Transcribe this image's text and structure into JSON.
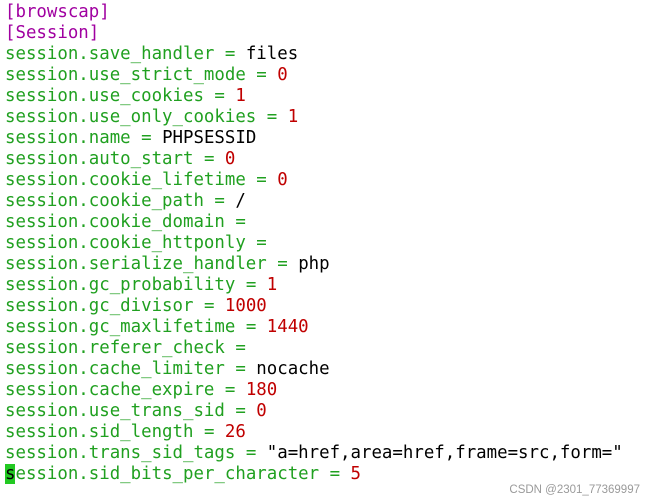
{
  "colors": {
    "section": "#a000a0",
    "key": "#20a020",
    "number": "#c00000",
    "string": "#000000",
    "cursor": "#22c922",
    "watermark": "#9a9a9a"
  },
  "editor": {
    "lines": [
      {
        "type": "section",
        "text": "[browscap]"
      },
      {
        "type": "section",
        "text": "[Session]"
      },
      {
        "type": "kv",
        "key": "session.save_handler",
        "sep": " = ",
        "value": "files",
        "value_type": "string"
      },
      {
        "type": "kv",
        "key": "session.use_strict_mode",
        "sep": " = ",
        "value": "0",
        "value_type": "number"
      },
      {
        "type": "kv",
        "key": "session.use_cookies",
        "sep": " = ",
        "value": "1",
        "value_type": "number"
      },
      {
        "type": "kv",
        "key": "session.use_only_cookies",
        "sep": " = ",
        "value": "1",
        "value_type": "number"
      },
      {
        "type": "kv",
        "key": "session.name",
        "sep": " = ",
        "value": "PHPSESSID",
        "value_type": "string"
      },
      {
        "type": "kv",
        "key": "session.auto_start",
        "sep": " = ",
        "value": "0",
        "value_type": "number"
      },
      {
        "type": "kv",
        "key": "session.cookie_lifetime",
        "sep": " = ",
        "value": "0",
        "value_type": "number"
      },
      {
        "type": "kv",
        "key": "session.cookie_path",
        "sep": " = ",
        "value": "/",
        "value_type": "string"
      },
      {
        "type": "kv",
        "key": "session.cookie_domain",
        "sep": " =",
        "value": "",
        "value_type": "string"
      },
      {
        "type": "kv",
        "key": "session.cookie_httponly",
        "sep": " =",
        "value": "",
        "value_type": "string"
      },
      {
        "type": "kv",
        "key": "session.serialize_handler",
        "sep": " = ",
        "value": "php",
        "value_type": "string"
      },
      {
        "type": "kv",
        "key": "session.gc_probability",
        "sep": " = ",
        "value": "1",
        "value_type": "number"
      },
      {
        "type": "kv",
        "key": "session.gc_divisor",
        "sep": " = ",
        "value": "1000",
        "value_type": "number"
      },
      {
        "type": "kv",
        "key": "session.gc_maxlifetime",
        "sep": " = ",
        "value": "1440",
        "value_type": "number"
      },
      {
        "type": "kv",
        "key": "session.referer_check",
        "sep": " =",
        "value": "",
        "value_type": "string"
      },
      {
        "type": "kv",
        "key": "session.cache_limiter",
        "sep": " = ",
        "value": "nocache",
        "value_type": "string"
      },
      {
        "type": "kv",
        "key": "session.cache_expire",
        "sep": " = ",
        "value": "180",
        "value_type": "number"
      },
      {
        "type": "kv",
        "key": "session.use_trans_sid",
        "sep": " = ",
        "value": "0",
        "value_type": "number"
      },
      {
        "type": "kv",
        "key": "session.sid_length",
        "sep": " = ",
        "value": "26",
        "value_type": "number"
      },
      {
        "type": "kv",
        "key": "session.trans_sid_tags",
        "sep": " = ",
        "value": "\"a=href,area=href,frame=src,form=\"",
        "value_type": "string"
      },
      {
        "type": "kv",
        "key": "session.sid_bits_per_character",
        "sep": " = ",
        "value": "5",
        "value_type": "number",
        "cursor": true
      }
    ]
  },
  "watermark": {
    "text": "CSDN @2301_77369997"
  }
}
